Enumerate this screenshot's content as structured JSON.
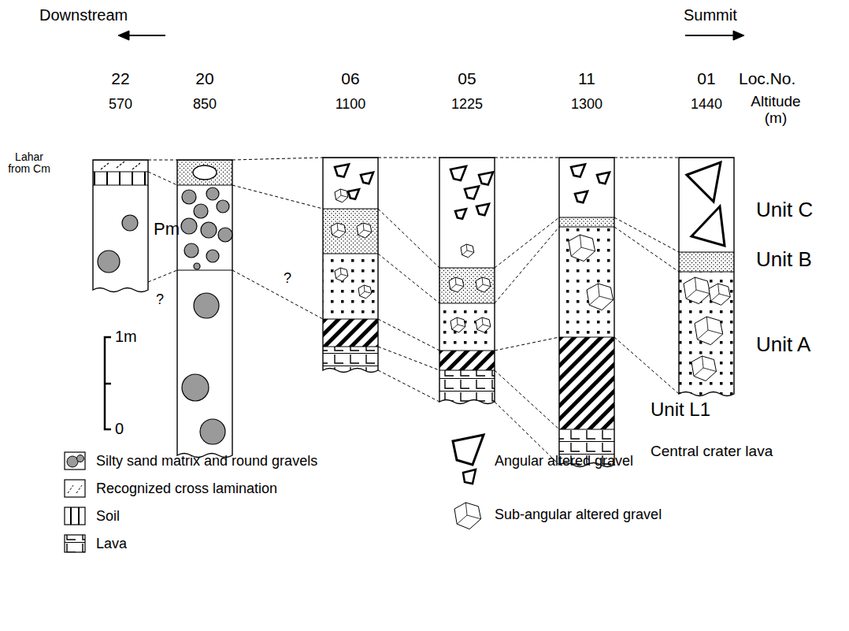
{
  "diagram": {
    "labels": [
      "Downstream",
      "Summit",
      "22",
      "20",
      "06",
      "05",
      "11",
      "01",
      "Loc.No.",
      "570",
      "850",
      "1100",
      "1225",
      "1300",
      "1440",
      "Altitude (m)",
      "Lahar from Cm",
      "Pm",
      "?",
      "?",
      "1m",
      "0",
      "Unit C",
      "Unit B",
      "Unit A",
      "Unit L1",
      "Central crater lava"
    ],
    "legend": [
      {
        "text": "Silty sand matrix and round gravels"
      },
      {
        "text": "Recognized cross lamination"
      },
      {
        "text": "Soil"
      },
      {
        "text": "Lava"
      },
      {
        "text": "Angular altered gravel"
      },
      {
        "text": "Sub-angular altered gravel"
      }
    ]
  }
}
